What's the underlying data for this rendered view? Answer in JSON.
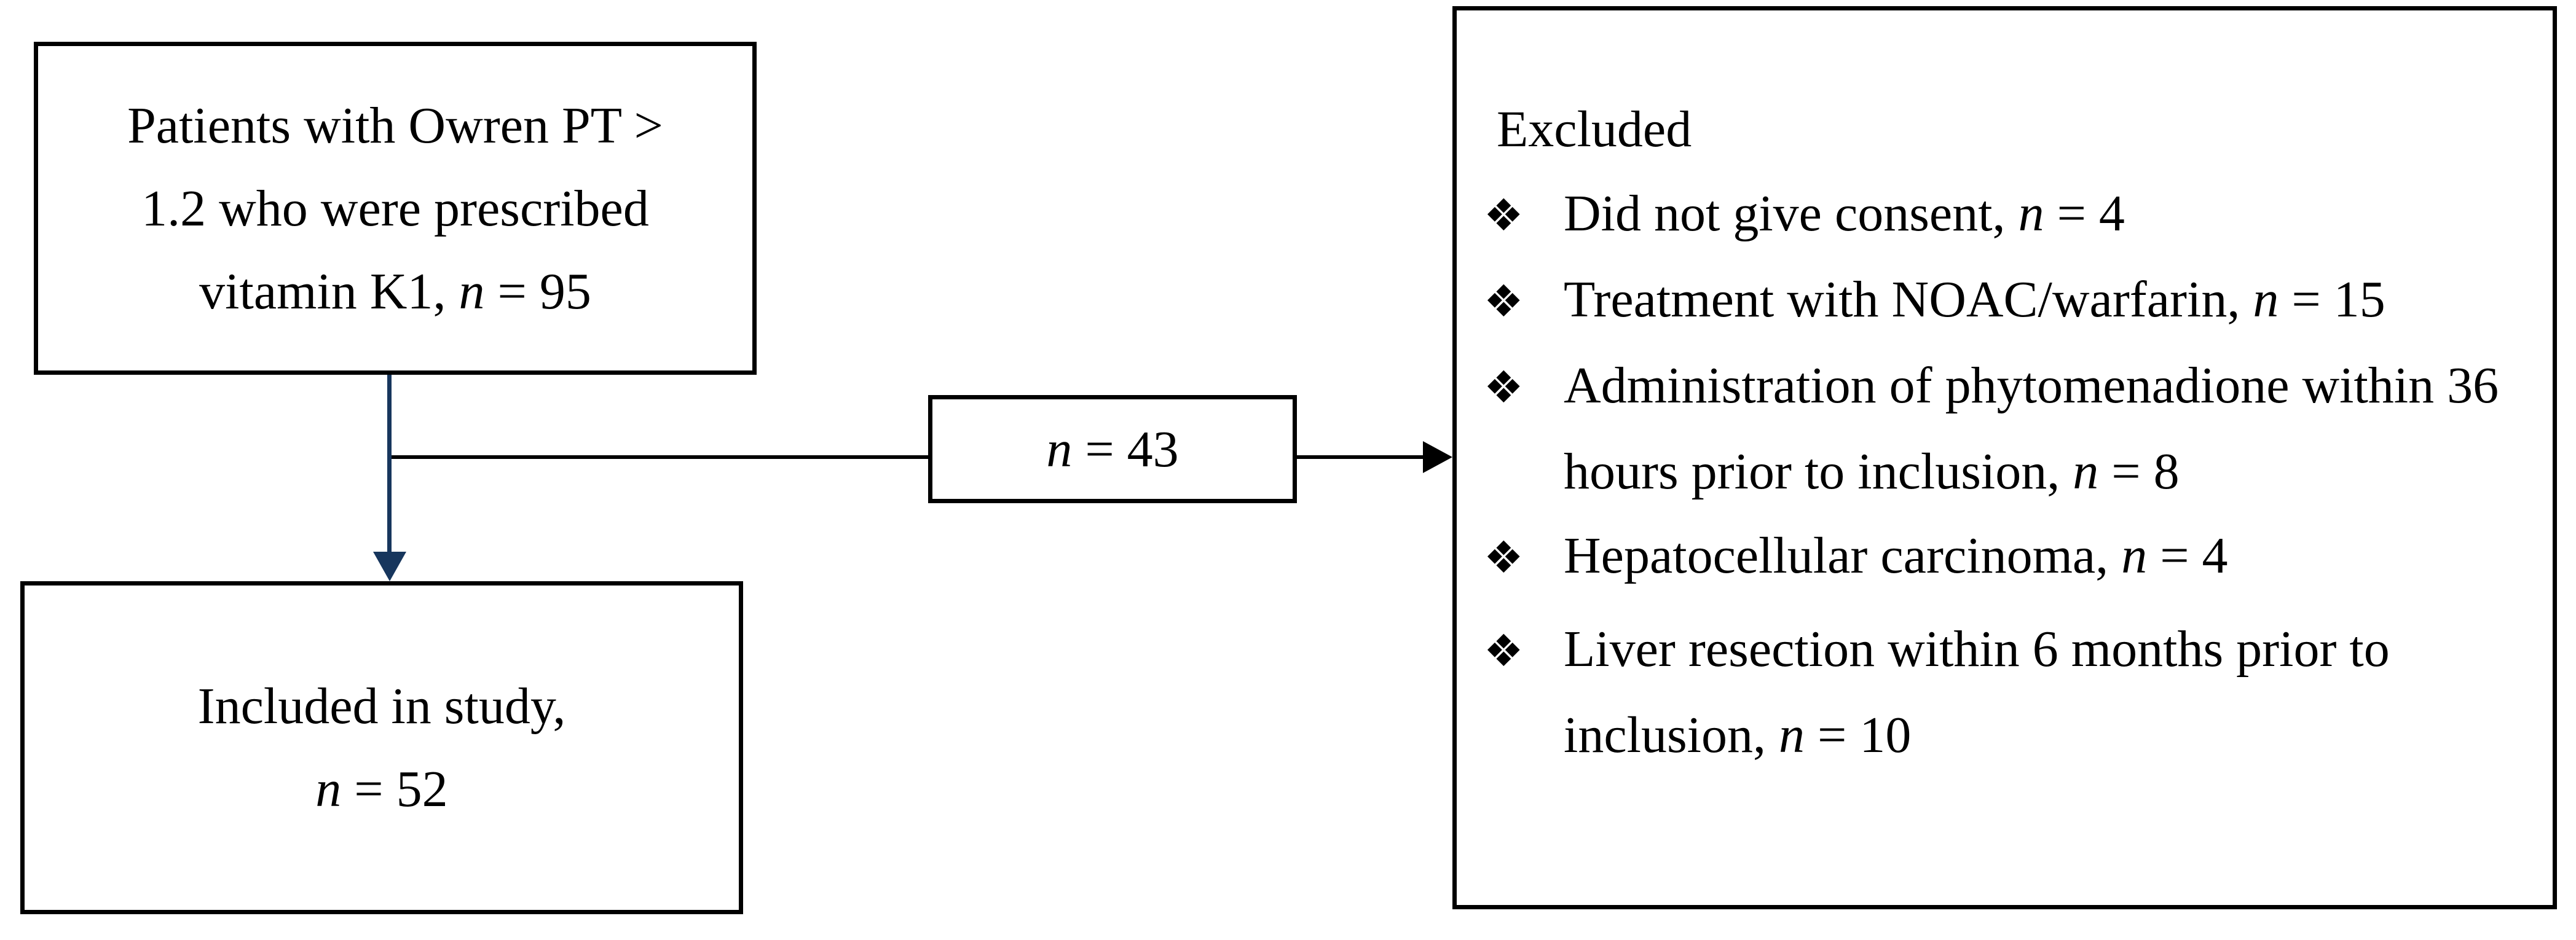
{
  "colors": {
    "background": "#ffffff",
    "box_border": "#000000",
    "text": "#000000",
    "connector_black": "#000000",
    "arrow_navy": "#17365d"
  },
  "flowchart": {
    "bullet_char": "❖",
    "nodes": {
      "patients": {
        "lines": [
          {
            "pre": "Patients with Owren PT >"
          },
          {
            "pre": "1.2 who were prescribed"
          },
          {
            "pre": "vitamin K1, ",
            "var": "n",
            "post": " = 95"
          }
        ]
      },
      "included": {
        "lines": [
          {
            "pre": "Included in study,"
          },
          {
            "var": "n",
            "post": " = 52"
          }
        ]
      },
      "excluded_count": {
        "var": "n",
        "post": " = 43"
      },
      "excluded": {
        "title": "Excluded",
        "items": [
          {
            "pre": "Did not give consent, ",
            "var": "n",
            "post": " = 4"
          },
          {
            "pre": "Treatment with NOAC/warfarin, ",
            "var": "n",
            "post": " = 15"
          },
          {
            "pre": "Administration of phytomenadione within 36 hours prior to inclusion, ",
            "var": "n",
            "post": " = 8"
          },
          {
            "pre": "Hepatocellular carcinoma, ",
            "var": "n",
            "post": " = 4"
          },
          {
            "pre": "Liver resection within 6 months prior to inclusion, ",
            "var": "n",
            "post": " = 10"
          }
        ]
      }
    },
    "edges": [
      {
        "from": "patients",
        "to": "included",
        "style": "navy-arrow-down"
      },
      {
        "from": "patients",
        "to": "excluded",
        "via_label": "n = 43",
        "style": "black-arrow-right"
      }
    ]
  }
}
